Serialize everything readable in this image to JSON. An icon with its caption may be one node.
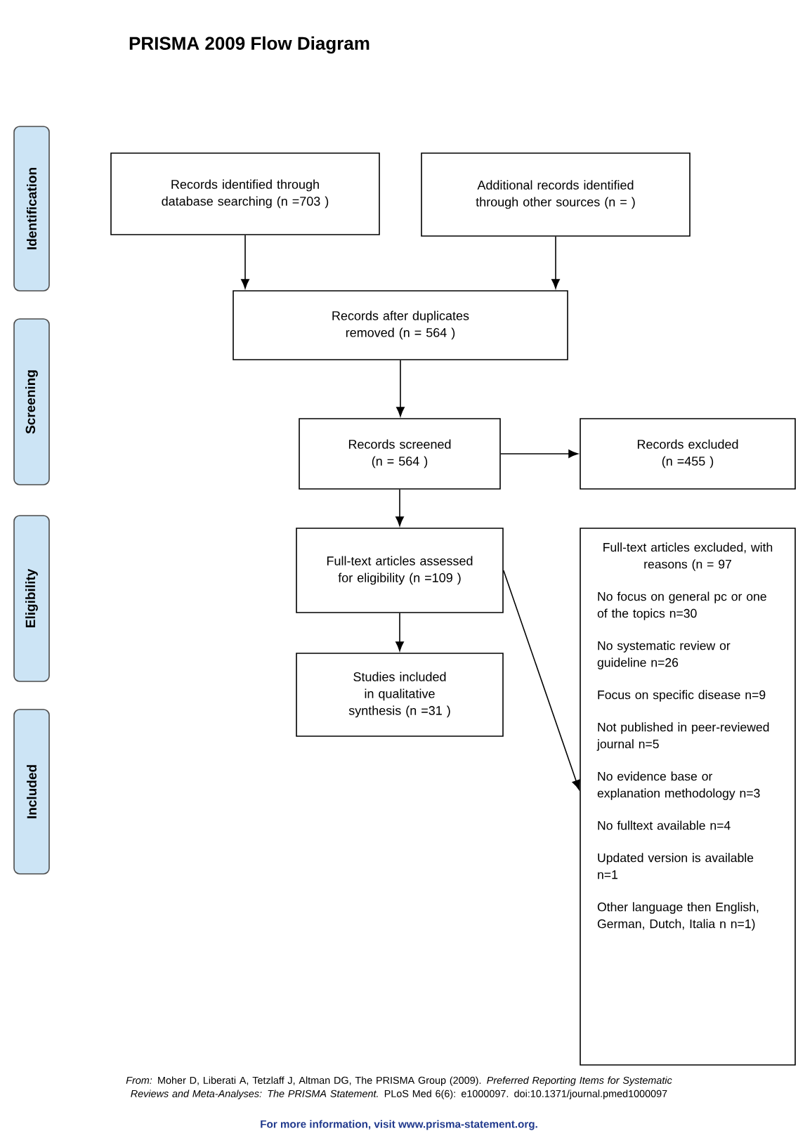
{
  "diagram": {
    "title": "PRISMA 2009 Flow Diagram",
    "nodes": [
      {
        "text": [
          "Identification"
        ]
      },
      {
        "text": [
          "Screening"
        ]
      },
      {
        "text": [
          "Eligibility"
        ]
      },
      {
        "text": [
          "Included"
        ]
      },
      {
        "text": [
          "Records identified through database searching (n =703 )"
        ]
      },
      {
        "text": [
          "Additional records identified through other sources (n = )"
        ]
      },
      {
        "text": [
          "Records after duplicates removed (n = 564 )"
        ]
      },
      {
        "text": [
          "Records screened (n = 564 )"
        ]
      },
      {
        "text": [
          "Records excluded (n =455 )"
        ]
      },
      {
        "text": [
          "Full-text articles assessed for eligibility (n =109 )"
        ]
      },
      {
        "text": [
          "Studies included in qualitative synthesis (n =31 )"
        ]
      },
      {
        "text": [
          "Full-text articles excluded, with reasons (n = 97",
          "No focus on general pc or one of the topics n=30",
          "No systematic review or guideline n=26",
          "Focus on specific disease n=9",
          "Not published in peer-reviewed journal n=5",
          "No evidence base or explanation methodology n=3",
          "No fulltext available n=4",
          "Updated version is available n=1",
          "Other language then English, German, Dutch, Italia n n=1)"
        ]
      }
    ],
    "edges": [
      {
        "from": 4,
        "to": 6,
        "arrow": "to"
      },
      {
        "from": 5,
        "to": 6,
        "arrow": "to"
      },
      {
        "from": 6,
        "to": 7,
        "arrow": "to"
      },
      {
        "from": 7,
        "to": 8,
        "arrow": "to"
      },
      {
        "from": 7,
        "to": 9,
        "arrow": "to"
      },
      {
        "from": 9,
        "to": 10,
        "arrow": "to"
      },
      {
        "from": 9,
        "to": 11,
        "arrow": "to"
      }
    ],
    "caption": "*From:* Moher D, Liberati A, Tetzlaff J, Altman DG, The PRISMA Group (2009). *Preferred Reporting Items for Systematic Reviews and Meta-Analyses: The PRISMA Statement.* PLoS Med 6(6): e1000097. doi:10.1371/journal.pmed1000097",
    "labels": [
      "For more information, visit www.prisma-statement.org."
    ]
  }
}
